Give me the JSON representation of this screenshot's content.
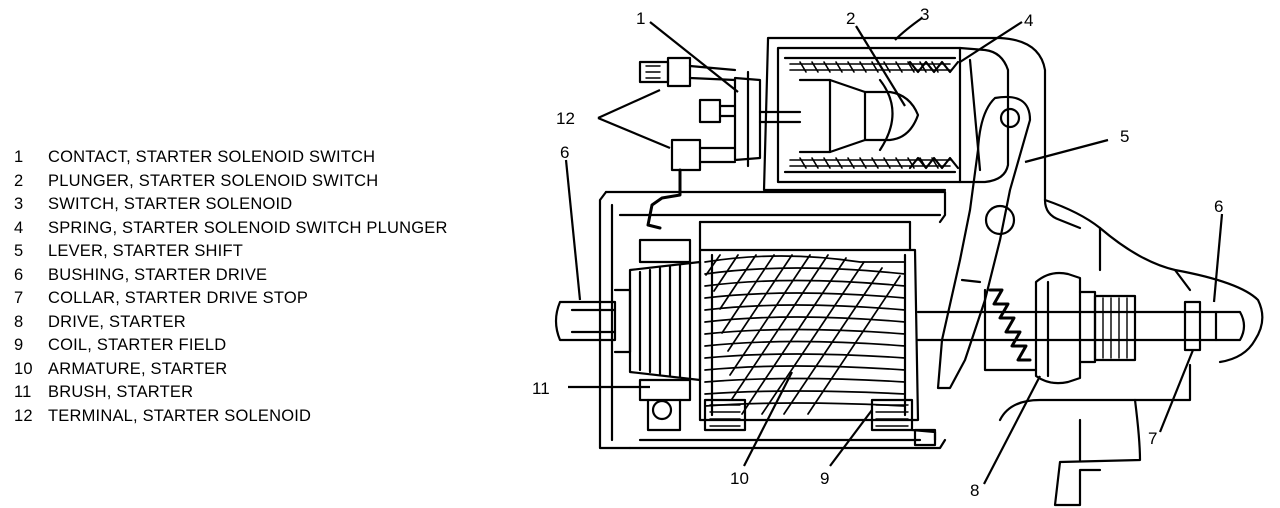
{
  "legend": [
    {
      "num": "1",
      "text": "CONTACT, STARTER SOLENOID SWITCH"
    },
    {
      "num": "2",
      "text": "PLUNGER, STARTER SOLENOID SWITCH"
    },
    {
      "num": "3",
      "text": "SWITCH, STARTER SOLENOID"
    },
    {
      "num": "4",
      "text": "SPRING, STARTER SOLENOID SWITCH PLUNGER"
    },
    {
      "num": "5",
      "text": "LEVER, STARTER SHIFT"
    },
    {
      "num": "6",
      "text": "BUSHING, STARTER DRIVE"
    },
    {
      "num": "7",
      "text": "COLLAR, STARTER DRIVE STOP"
    },
    {
      "num": "8",
      "text": "DRIVE, STARTER"
    },
    {
      "num": "9",
      "text": "COIL, STARTER FIELD"
    },
    {
      "num": "10",
      "text": "ARMATURE, STARTER"
    },
    {
      "num": "11",
      "text": "BRUSH, STARTER"
    },
    {
      "num": "12",
      "text": "TERMINAL, STARTER SOLENOID"
    }
  ],
  "callouts": {
    "c1": "1",
    "c2": "2",
    "c3": "3",
    "c4": "4",
    "c5": "5",
    "c6a": "6",
    "c6b": "6",
    "c7": "7",
    "c8": "8",
    "c9": "9",
    "c10": "10",
    "c11": "11",
    "c12": "12"
  }
}
